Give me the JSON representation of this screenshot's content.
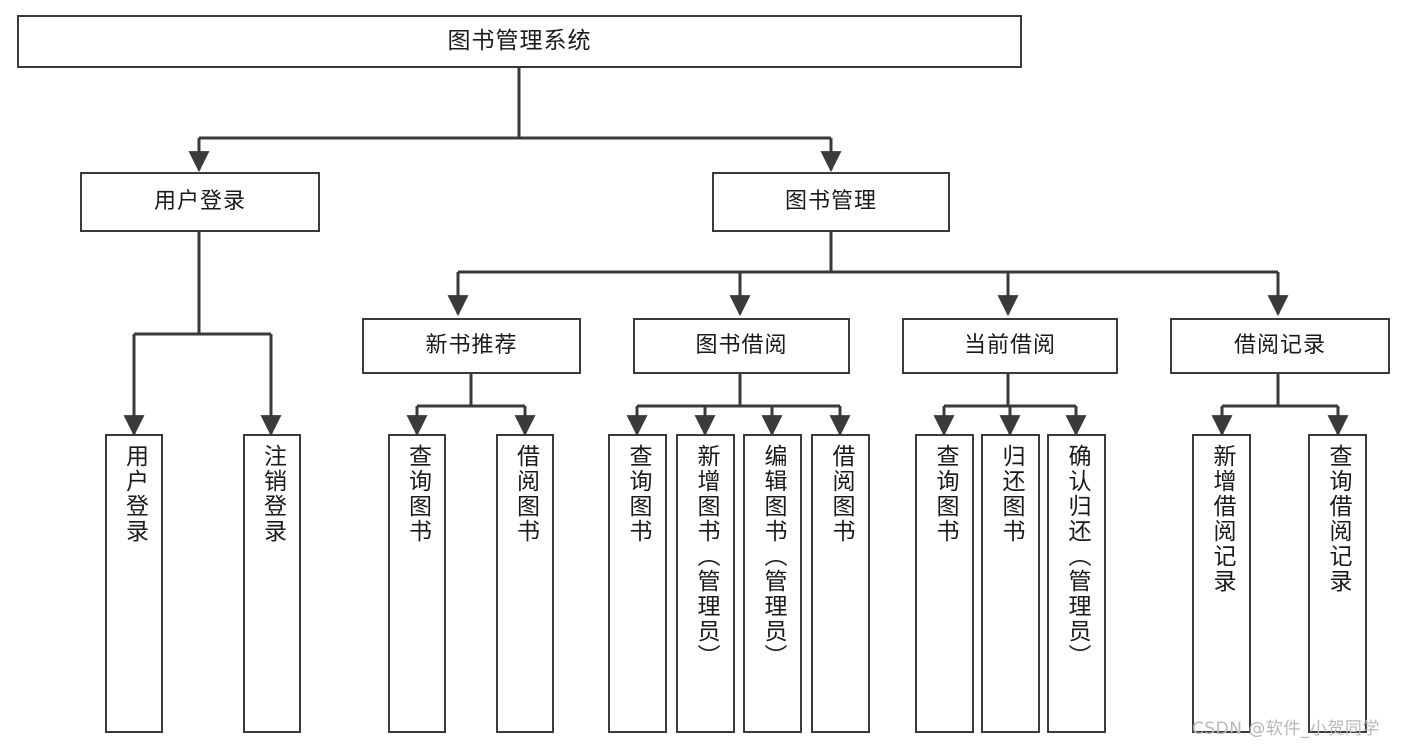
{
  "diagram": {
    "type": "tree",
    "title": "图书管理系统",
    "watermark": "CSDN @软件_小贺同学",
    "colors": {
      "stroke": "#3a3a3a",
      "fill": "#ffffff",
      "text": "#1a1a1a",
      "watermark": "#b8b8b8"
    },
    "nodes": {
      "root": {
        "label": "图书管理系统"
      },
      "level2": [
        {
          "label": "用户登录"
        },
        {
          "label": "图书管理"
        }
      ],
      "level3": [
        {
          "label": "新书推荐"
        },
        {
          "label": "图书借阅"
        },
        {
          "label": "当前借阅"
        },
        {
          "label": "借阅记录"
        }
      ],
      "leaves_user_login": [
        {
          "label": "用户登录"
        },
        {
          "label": "注销登录"
        }
      ],
      "leaves_new_book": [
        {
          "label": "查询图书"
        },
        {
          "label": "借阅图书"
        }
      ],
      "leaves_borrow": [
        {
          "label": "查询图书"
        },
        {
          "label": "新增图书（管理员）"
        },
        {
          "label": "编辑图书（管理员）"
        },
        {
          "label": "借阅图书"
        }
      ],
      "leaves_current": [
        {
          "label": "查询图书"
        },
        {
          "label": "归还图书"
        },
        {
          "label": "确认归还（管理员）"
        }
      ],
      "leaves_record": [
        {
          "label": "新增借阅记录"
        },
        {
          "label": "查询借阅记录"
        }
      ]
    }
  }
}
